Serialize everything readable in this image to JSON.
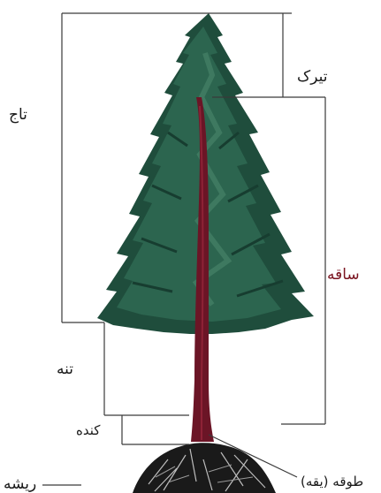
{
  "labels": {
    "crown": "تاج",
    "top": "تیرک",
    "stem": "ساقه",
    "trunk": "تنه",
    "stump": "کنده",
    "collar": "طوقه (یقه)",
    "root": "ریشه"
  },
  "colors": {
    "foliage_dark": "#1f4d3c",
    "foliage_mid": "#2f6b54",
    "foliage_light": "#4f8a70",
    "stem": "#6b1526",
    "stem_highlight": "#8e2236",
    "roots": "#1a1a1a",
    "leader_lines": "#3a3a3a",
    "stem_label": "#7a1420"
  }
}
